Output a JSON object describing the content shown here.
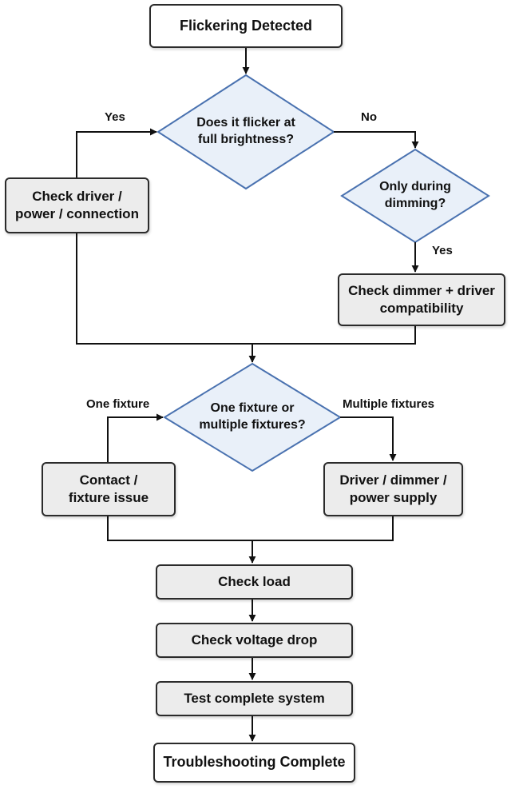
{
  "colors": {
    "line": "#111111",
    "box_fill": "#ececec",
    "box_border": "#2b2b2b",
    "diamond_fill": "#e9f0f9",
    "diamond_border": "#4a72b0"
  },
  "nodes": {
    "start": "Flickering Detected",
    "q_full_brightness": "Does it flicker at\nfull brightness?",
    "check_driver": "Check driver /\npower / connection",
    "q_dimming": "Only during\ndimming?",
    "check_dimmer": "Check dimmer + driver\ncompatibility",
    "q_fixtures": "One fixture or\nmultiple fixtures?",
    "contact_issue": "Contact /\nfixture issue",
    "driver_dimmer_power": "Driver / dimmer /\npower supply",
    "check_load": "Check load",
    "check_voltage": "Check voltage drop",
    "test_system": "Test complete system",
    "end": "Troubleshooting Complete"
  },
  "edge_labels": {
    "yes_full": "Yes",
    "no_full": "No",
    "yes_dimming": "Yes",
    "one_fixture": "One fixture",
    "multiple_fixtures": "Multiple fixtures"
  }
}
